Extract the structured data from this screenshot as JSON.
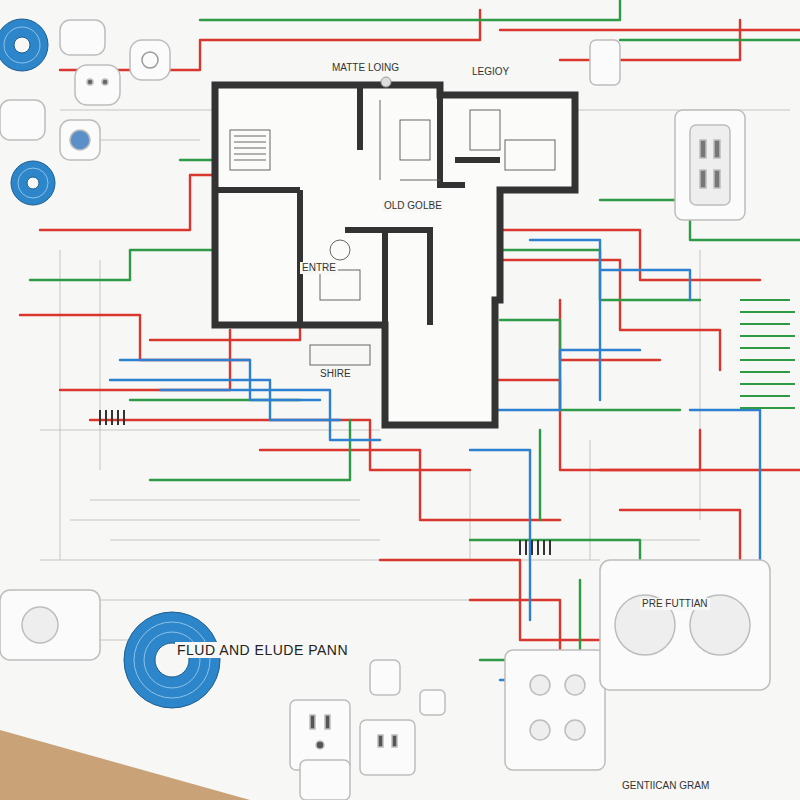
{
  "diagram": {
    "title": "FLUD AND ELUDE PANN",
    "labels": [
      "MATTE LOING",
      "LEGIOY",
      "OLD GOLBE",
      "ENTRE",
      "SHIRE",
      "PRE FUTTIAN",
      "GENTIICAN GRAM"
    ]
  }
}
